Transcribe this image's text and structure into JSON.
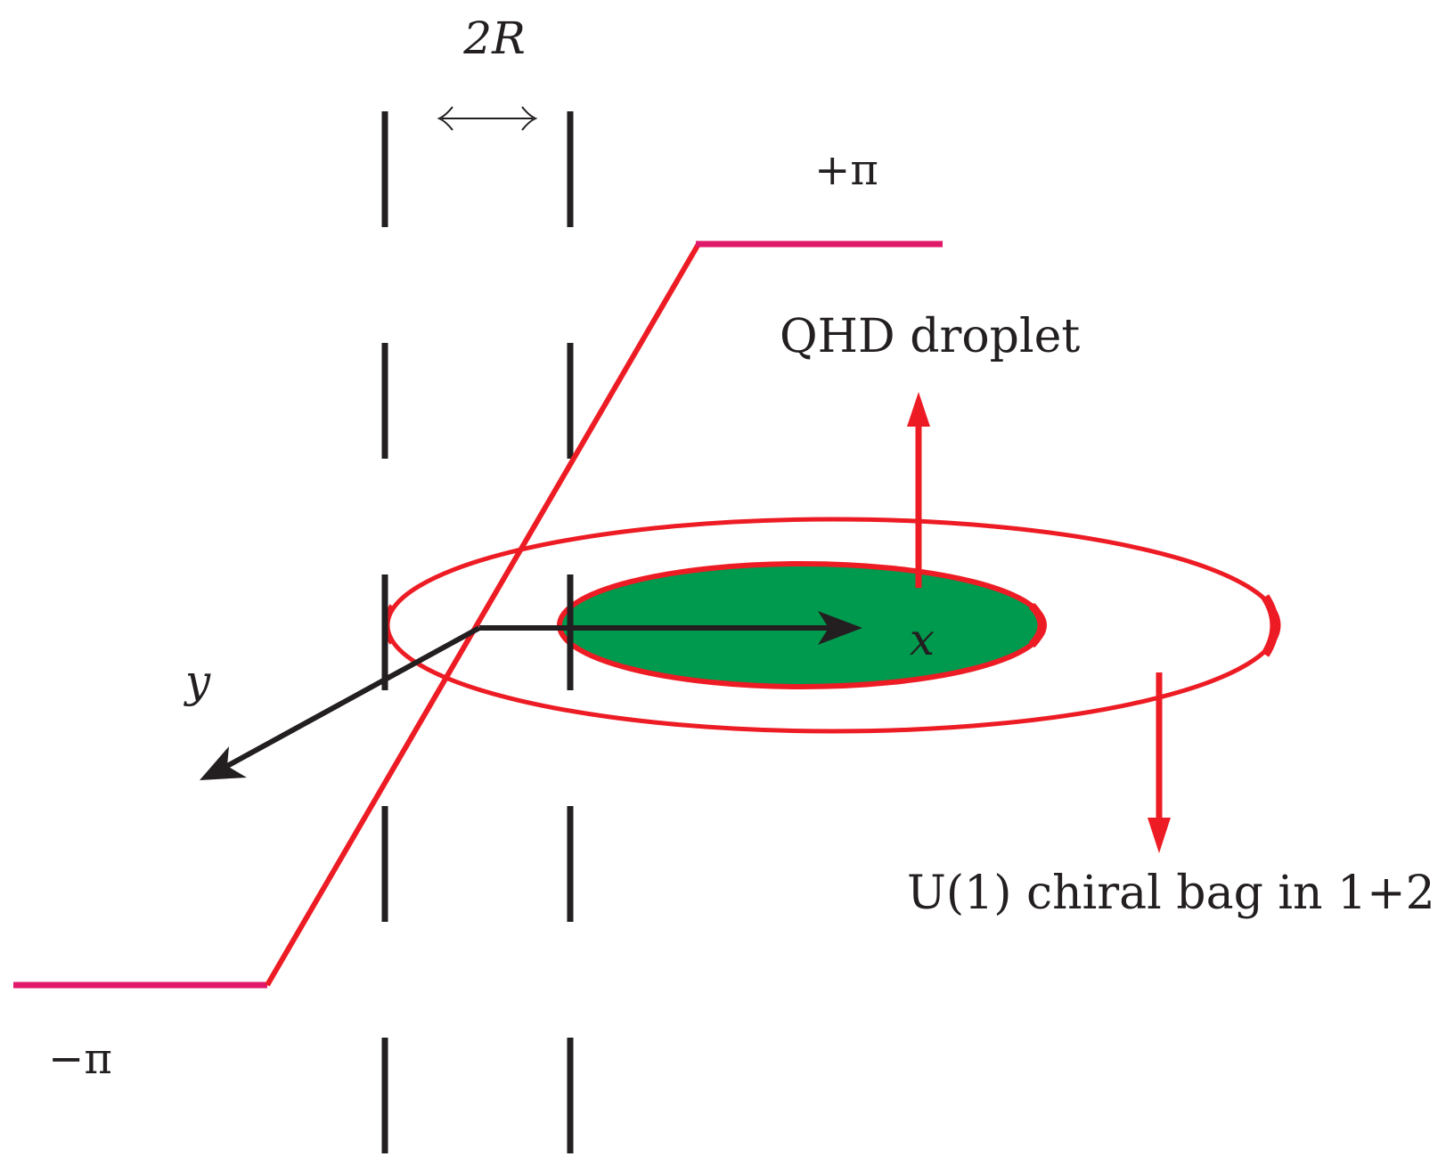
{
  "labels": {
    "width": "2R",
    "plus_pi": "+π",
    "minus_pi": "−π",
    "x_axis": "x",
    "y_axis": "y",
    "qhd": "QHD droplet",
    "bag": "U(1) chiral bag in 1+2"
  },
  "colors": {
    "red": "#ed1c24",
    "magenta": "#e0196a",
    "green": "#009a4e",
    "black": "#231f20"
  }
}
